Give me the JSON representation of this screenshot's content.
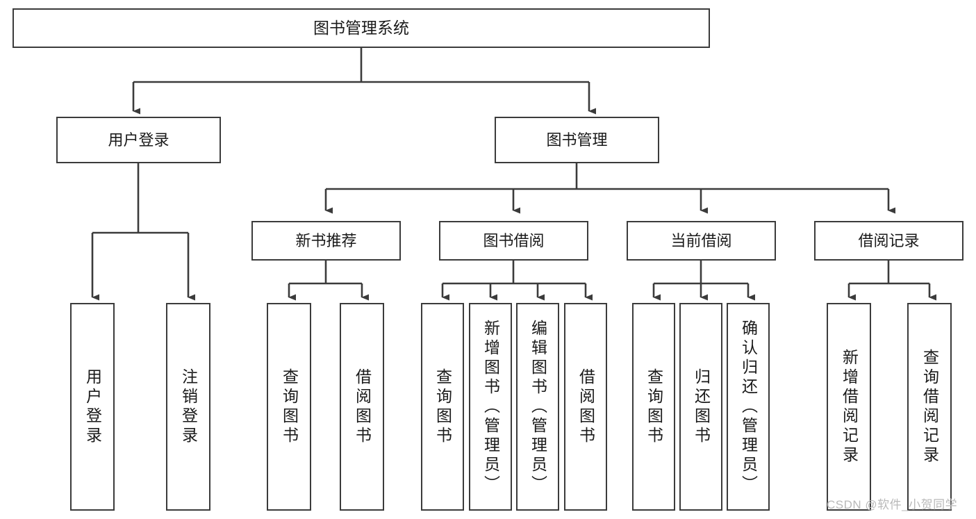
{
  "diagram": {
    "title": "图书管理系统",
    "type": "tree-hierarchy-chart",
    "colors": {
      "box_border": "#3b3b3b",
      "box_fill": "#ffffff",
      "edge": "#3b3b3b",
      "text": "#1a1a1a",
      "watermark": "#b9b9b9",
      "background": "#ffffff"
    },
    "root": {
      "label": "图书管理系统"
    },
    "level2": [
      {
        "id": "user-login",
        "label": "用户登录"
      },
      {
        "id": "book-management",
        "label": "图书管理"
      }
    ],
    "level3": [
      {
        "id": "new-book-recommend",
        "label": "新书推荐"
      },
      {
        "id": "book-borrow",
        "label": "图书借阅"
      },
      {
        "id": "current-borrow",
        "label": "当前借阅"
      },
      {
        "id": "borrow-record",
        "label": "借阅记录"
      }
    ],
    "leaves": {
      "user_login": [
        {
          "id": "leaf-user-login",
          "label": "用户登录"
        },
        {
          "id": "leaf-logout-login",
          "label": "注销登录"
        }
      ],
      "new_book_recommend": [
        {
          "id": "leaf-query-book-1",
          "label": "查询图书"
        },
        {
          "id": "leaf-borrow-book-1",
          "label": "借阅图书"
        }
      ],
      "book_borrow": [
        {
          "id": "leaf-query-book-2",
          "label": "查询图书"
        },
        {
          "id": "leaf-add-book-admin",
          "label": "新增图书（管理员）"
        },
        {
          "id": "leaf-edit-book-admin",
          "label": "编辑图书（管理员）"
        },
        {
          "id": "leaf-borrow-book-2",
          "label": "借阅图书"
        }
      ],
      "current_borrow": [
        {
          "id": "leaf-query-book-3",
          "label": "查询图书"
        },
        {
          "id": "leaf-return-book",
          "label": "归还图书"
        },
        {
          "id": "leaf-confirm-return-admin",
          "label": "确认归还（管理员）"
        }
      ],
      "borrow_record": [
        {
          "id": "leaf-add-borrow-record",
          "label": "新增借阅记录"
        },
        {
          "id": "leaf-query-borrow-record",
          "label": "查询借阅记录"
        }
      ]
    }
  },
  "watermark": {
    "text": "CSDN @软件_小贺同学"
  }
}
